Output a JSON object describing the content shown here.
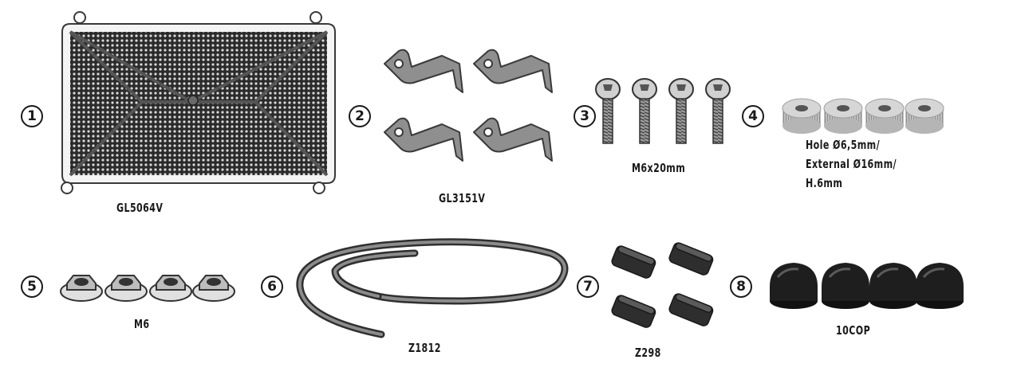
{
  "parts": [
    {
      "number": "1",
      "code": "GL5064V",
      "icon": "radiator-grille-icon"
    },
    {
      "number": "2",
      "code": "GL3151V",
      "icon": "bracket-icon",
      "quantity": 4
    },
    {
      "number": "3",
      "code": "M6x20mm",
      "icon": "screw-icon",
      "quantity": 4
    },
    {
      "number": "4",
      "lines": [
        "Hole Ø6,5mm/",
        "External Ø16mm/",
        "H.6mm"
      ],
      "icon": "spacer-icon",
      "quantity": 4
    },
    {
      "number": "5",
      "code": "M6",
      "icon": "nut-icon",
      "quantity": 4
    },
    {
      "number": "6",
      "code": "Z1812",
      "icon": "adhesive-strip-icon"
    },
    {
      "number": "7",
      "code": "Z298",
      "icon": "rubber-pad-icon",
      "quantity": 4
    },
    {
      "number": "8",
      "code": "10COP",
      "icon": "cap-icon",
      "quantity": 4
    }
  ],
  "colors": {
    "ink": "#1a1a1a",
    "metal": "#8a8a8a",
    "light_metal": "#c8c8c8",
    "dark": "#2a2a2a"
  }
}
